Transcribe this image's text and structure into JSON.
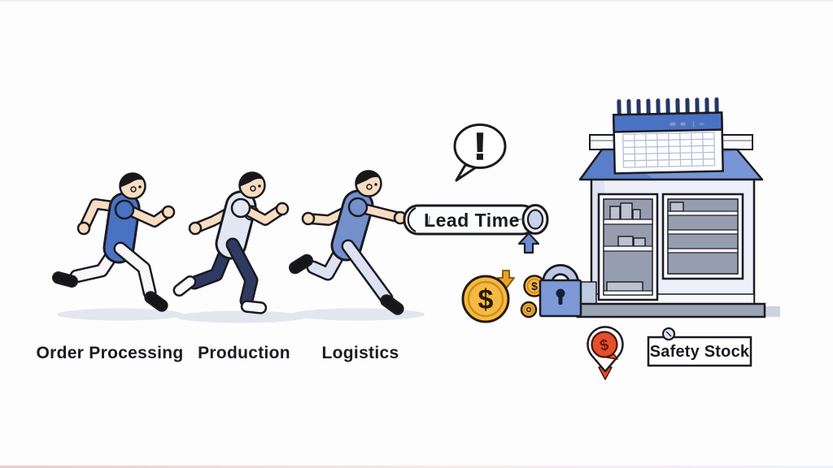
{
  "stages": [
    {
      "label": "Order Processing"
    },
    {
      "label": "Production"
    },
    {
      "label": "Logistics"
    }
  ],
  "baton": {
    "label": "Lead Time"
  },
  "bubble": {
    "glyph": "!"
  },
  "sign": {
    "label": "Safety Stock"
  },
  "glyphs": {
    "dollar": "$"
  },
  "icons": {
    "exclamation_bubble": "!",
    "up_arrow": "▲",
    "down_arrow": "▼",
    "dollar_coin": "$",
    "padlock": "lock-shape",
    "calendar": "spiral-calendar-grid",
    "store": "awning-building",
    "price_alert_pin": "$",
    "sign_pin": "○"
  },
  "palette": {
    "bg": "#fdfdfe",
    "ink": "#1a1a20",
    "shadow": "#e3e6ef",
    "skin": "#f8dcc2",
    "hair": "#18181a",
    "sock": "#9aa2b4",
    "r1_shirt": "#4a72c2",
    "r1_pants": "#f7f7fa",
    "r1_shoes": "#16161a",
    "r2_shirt": "#e2e7f3",
    "r2_sleeve": "#9eb5e0",
    "r2_pants": "#2e3a62",
    "r2_shoes": "#f7f8fa",
    "r3_shirt": "#7390cd",
    "r3_pants": "#dce2f2",
    "r3_shoes": "#16161a",
    "baton_body": "#fbfcfe",
    "baton_cap": "#c9d2ec",
    "baton_cap_rim": "#eef0f7",
    "arrow_up": "#6b8cd0",
    "coin_gold": "#f6ba43",
    "coin_ring": "#cd8d20",
    "coin_ink": "#2a1a08",
    "arrow_down": "#eda22b",
    "arrow_down_dark": "#8a5d10",
    "lock_body": "#7d99d6",
    "lock_shackle": "#b9c7e8",
    "lock_ink": "#141f3c",
    "awning": "#5b7ec9",
    "awning_light": "#7e9ad9",
    "body": "#edf0f8",
    "body_shade": "#dde3f1",
    "sign_strip": "#fafbfe",
    "window_gray": "#959daf",
    "box_gray": "#bcc2cf",
    "shelf_white": "#f6f8fc",
    "base_gray": "#9aa3b2",
    "base_light": "#ccd3de",
    "dock": "#becadf",
    "cal_header": "#4a72c4",
    "cal_ring": "#253762",
    "cal_grid": "#b4beda",
    "cal_mark": "#8a96bc",
    "pin_red": "#e4502e",
    "pin_ink": "#4a1206",
    "sign_pin_fill": "#dfe6f4"
  }
}
